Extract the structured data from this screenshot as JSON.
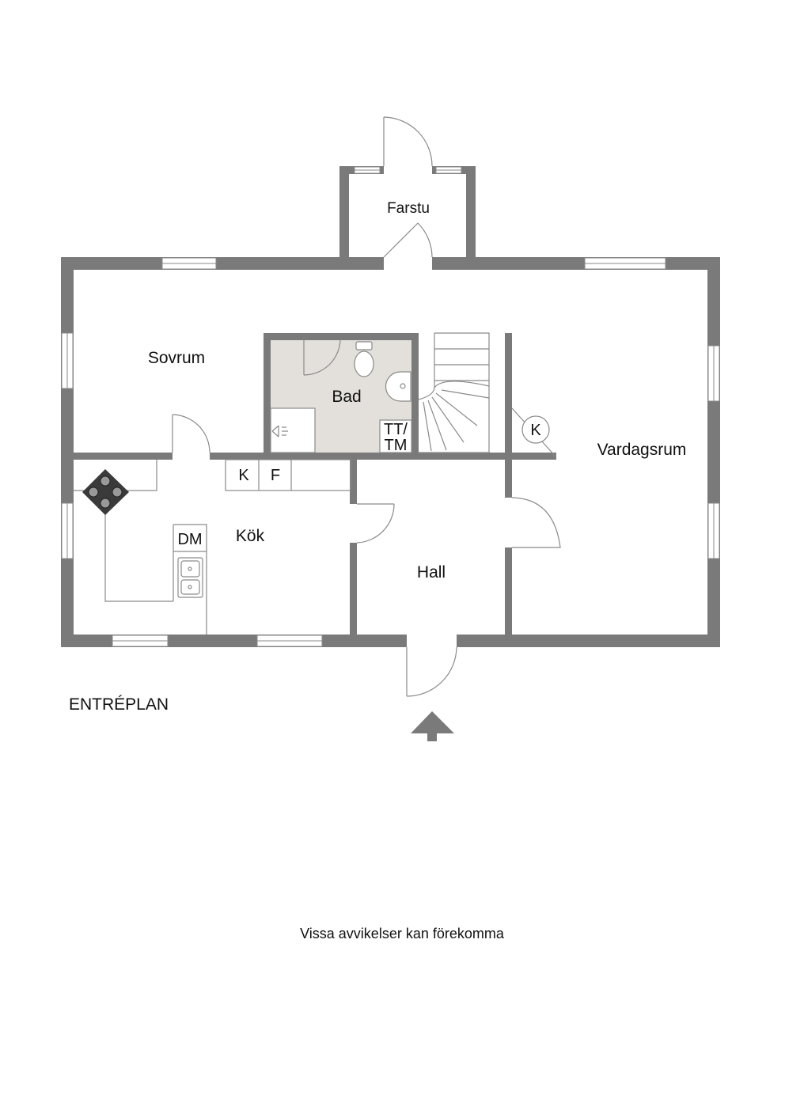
{
  "rooms": {
    "farstu": "Farstu",
    "sovrum": "Sovrum",
    "bad": "Bad",
    "vardagsrum": "Vardagsrum",
    "kok": "Kök",
    "hall": "Hall"
  },
  "fixtures": {
    "tt_tm_line1": "TT/",
    "tt_tm_line2": "TM",
    "k_boiler": "K",
    "k_fridge": "K",
    "f_freezer": "F",
    "dm": "DM"
  },
  "plan_title": "ENTRÉPLAN",
  "footer_note": "Vissa avvikelser kan förekomma",
  "colors": {
    "wall": "#7a7a7a",
    "bathroom_floor": "#e3e0db",
    "lines": "#8a8a8a"
  },
  "icons": [
    "entrance-arrow-icon",
    "stove-icon",
    "toilet-icon",
    "sink-icon",
    "shower-icon",
    "double-sink-icon"
  ]
}
